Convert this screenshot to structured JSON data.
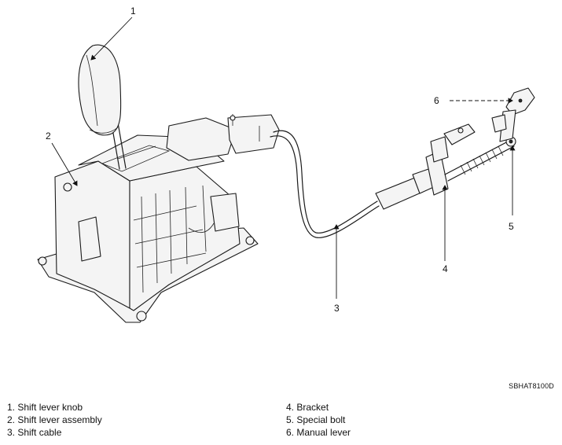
{
  "callouts": {
    "c1": "1",
    "c2": "2",
    "c3": "3",
    "c4": "4",
    "c5": "5",
    "c6": "6"
  },
  "figure_code": "SBHAT8100D",
  "legend": {
    "left": [
      "1. Shift lever knob",
      "2. Shift lever assembly",
      "3. Shift cable"
    ],
    "right": [
      "4. Bracket",
      "5. Special bolt",
      "6. Manual lever"
    ]
  }
}
